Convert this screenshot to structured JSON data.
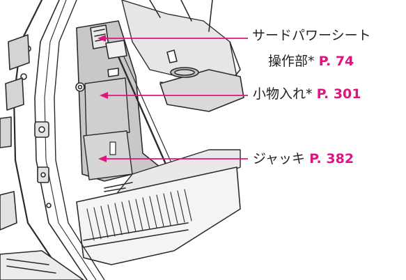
{
  "colors": {
    "accent": "#e0147f",
    "line": "#2b2b2b",
    "shade": "#bdbdbd"
  },
  "callouts": {
    "seat_control": {
      "line1": "サードパワーシート",
      "line2": "操作部*",
      "page": "P. 74"
    },
    "storage": {
      "label": "小物入れ*",
      "page": "P. 301"
    },
    "jack": {
      "label": "ジャッキ",
      "page": "P. 382"
    }
  }
}
